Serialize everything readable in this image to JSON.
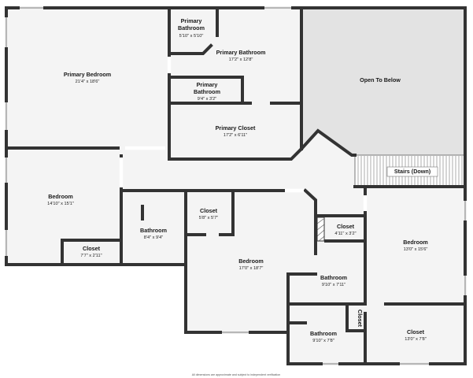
{
  "rooms": {
    "primary_bathroom_small": {
      "name_line1": "Primary",
      "name_line2": "Bathroom",
      "dims": "5'10\" x 5'10\""
    },
    "primary_bathroom": {
      "name": "Primary Bathroom",
      "dims": "17'2\" x 12'8\""
    },
    "primary_bedroom": {
      "name": "Primary Bedroom",
      "dims": "21'4\" x 18'6\""
    },
    "open_to_below": {
      "name": "Open To Below"
    },
    "primary_bathroom_2": {
      "name_line1": "Primary",
      "name_line2": "Bathroom",
      "dims": "9'4\" x 3'2\""
    },
    "primary_closet": {
      "name": "Primary Closet",
      "dims": "17'2\" x 6'11\""
    },
    "stairs": {
      "name": "Stairs (Down)"
    },
    "bedroom_left": {
      "name": "Bedroom",
      "dims": "14'10\" x 15'1\""
    },
    "closet_small_center": {
      "name": "Closet",
      "dims": "5'8\" x 5'7\""
    },
    "closet_right_small": {
      "name": "Closet",
      "dims": "4'11\" x 3'2\""
    },
    "bathroom_mid": {
      "name": "Bathroom",
      "dims": "8'4\" x 9'4\""
    },
    "bedroom_right": {
      "name": "Bedroom",
      "dims": "13'0\" x 15'6\""
    },
    "closet_left": {
      "name": "Closet",
      "dims": "7'7\" x 2'11\""
    },
    "bedroom_center": {
      "name": "Bedroom",
      "dims": "17'0\" x 18'7\""
    },
    "bathroom_right_upper": {
      "name": "Bathroom",
      "dims": "9'10\" x 7'11\""
    },
    "closet_vertical": {
      "name": "Closet"
    },
    "bathroom_right_lower": {
      "name": "Bathroom",
      "dims": "9'10\" x 7'8\""
    },
    "closet_bottom_right": {
      "name": "Closet",
      "dims": "13'0\" x 7'8\""
    }
  },
  "disclaimer": "All dimensions are approximate and subject to independent verification",
  "colors": {
    "wall": "#333333",
    "floor": "#f4f4f4",
    "open_to_below": "#e3e3e3",
    "window": "#b7b7b7",
    "background": "#ffffff"
  }
}
